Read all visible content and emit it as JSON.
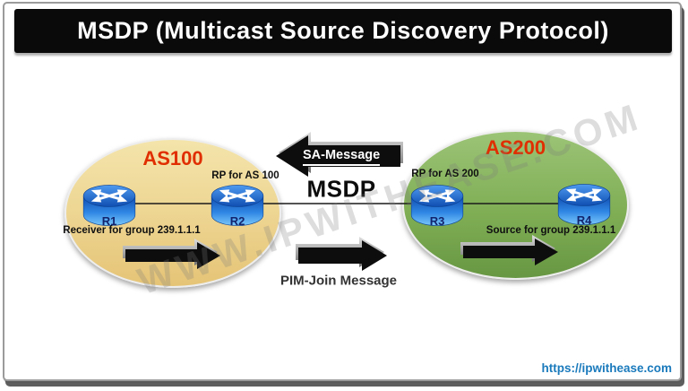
{
  "title": "MSDP (Multicast Source Discovery Protocol)",
  "watermark": "WWW.IPWITHEASE.COM",
  "footer": {
    "url": "https://ipwithease.com"
  },
  "as100": {
    "label": "AS100",
    "rp_label": "RP for AS 100",
    "receiver_label": "Receiver for group 239.1.1.1",
    "routers": [
      {
        "name": "R1"
      },
      {
        "name": "R2"
      }
    ]
  },
  "as200": {
    "label": "AS200",
    "rp_label": "RP for AS 200",
    "source_label": "Source for group 239.1.1.1",
    "routers": [
      {
        "name": "R3"
      },
      {
        "name": "R4"
      }
    ]
  },
  "messages": {
    "sa_label": "SA-Message",
    "msdp_label": "MSDP",
    "pim_label": "PIM-Join Message"
  },
  "colors": {
    "as100_fill": "#eed795",
    "as200_fill": "#7fae55",
    "as_label_red": "#e02e00",
    "router_blue": "#2a77dd",
    "arrow_black": "#0d0d0d",
    "arrow_silver": "#aaaaaa",
    "url_blue": "#1a7abc",
    "title_bg": "#0a0a0a",
    "title_fg": "#ffffff"
  }
}
